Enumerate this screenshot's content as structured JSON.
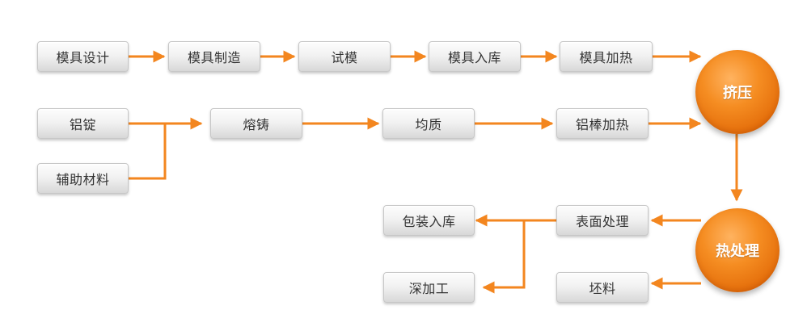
{
  "accent_color": "#f3861f",
  "nodes": {
    "mold_design": "模具设计",
    "mold_manufacture": "模具制造",
    "mold_trial": "试模",
    "mold_storage": "模具入库",
    "mold_heating": "模具加热",
    "extrusion": "挤压",
    "aluminum_ingot": "铝锭",
    "auxiliary_materials": "辅助材料",
    "casting": "熔铸",
    "homogenization": "均质",
    "aluminum_rod_heating": "铝棒加热",
    "heat_treatment": "热处理",
    "surface_treatment": "表面处理",
    "scrap": "坯料",
    "packaging_storage": "包装入库",
    "deep_processing": "深加工"
  }
}
